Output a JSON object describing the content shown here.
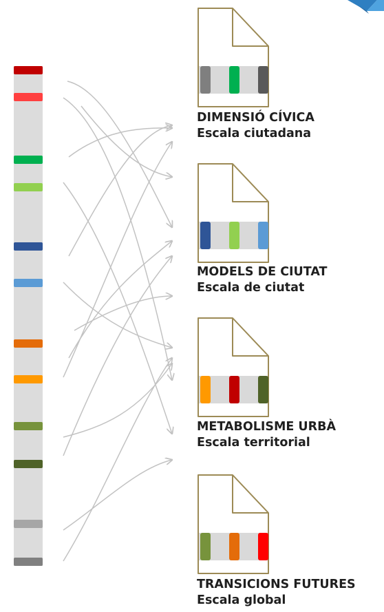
{
  "colors": {
    "doc_outline": "#9c8a55",
    "bar_track": "#dcdcdc",
    "mini_track": "#d9d9d9",
    "arrow": "#c2c2c2",
    "logo": [
      "#2f7fc1",
      "#4fa3df",
      "#1c5f99"
    ],
    "text": "#1f1f1f"
  },
  "left_strip": {
    "stripes": [
      "#c00000",
      "#ff4040",
      "#00b050",
      "#92d050",
      "#2f5597",
      "#5b9bd5",
      "#e46c0a",
      "#ff9900",
      "#77933c",
      "#4f6228",
      "#a6a6a6",
      "#808080"
    ]
  },
  "documents": [
    {
      "title": "DIMENSIÓ CÍVICA",
      "subtitle": "Escala ciutadana",
      "stripes": [
        "#7f7f7f",
        "#00b050",
        "#595959"
      ]
    },
    {
      "title": "MODELS DE CIUTAT",
      "subtitle": "Escala de ciutat",
      "stripes": [
        "#2f5597",
        "#92d050",
        "#5b9bd5"
      ]
    },
    {
      "title": "METABOLISME URBÀ",
      "subtitle": "Escala territorial",
      "stripes": [
        "#ff9900",
        "#c00000",
        "#4f6228"
      ]
    },
    {
      "title": "TRANSICIONS FUTURES",
      "subtitle": "Escala global",
      "stripes": [
        "#77933c",
        "#e46c0a",
        "#ff0000"
      ]
    }
  ]
}
